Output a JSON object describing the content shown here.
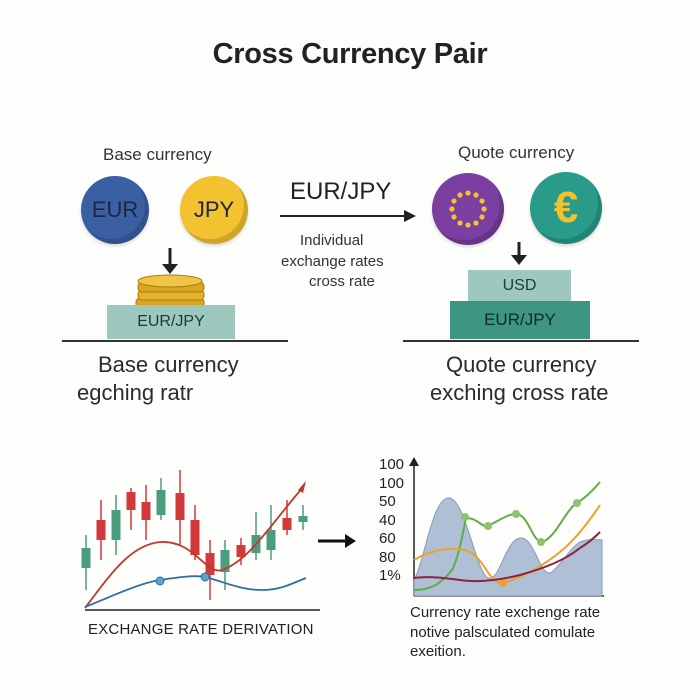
{
  "title": "Cross Currency Pair",
  "left": {
    "header": "Base currency",
    "coin_eur": "EUR",
    "coin_jpy": "JPY",
    "block_label": "EUR/JPY",
    "caption_line1": "Base currency",
    "caption_line2": "egching ratr"
  },
  "center": {
    "pair": "EUR/JPY",
    "text_line1": "Individual",
    "text_line2": "exchange rates",
    "text_line3": "cross rate"
  },
  "right": {
    "header": "Quote currency",
    "coin_eu_icon": "eu-stars-icon",
    "coin_euro_symbol": "€",
    "block_top": "USD",
    "block_bottom": "EUR/JPY",
    "caption_line1": "Quote currency",
    "caption_line2": "exching cross rate"
  },
  "bottom_left": {
    "caption": "EXCHANGE RATE DERIVATION"
  },
  "bottom_right": {
    "y_ticks": [
      "100",
      "100",
      "50",
      "40",
      "60",
      "80",
      "1%"
    ],
    "caption_line1": "Currency rate exchenge rate",
    "caption_line2": "notive palsculated comulate",
    "caption_line3": "exeition."
  },
  "colors": {
    "eur_coin": "#3b5fa3",
    "jpy_coin": "#f2c230",
    "eu_coin": "#7a3fa0",
    "euro_coin": "#2a9a8a",
    "block_light": "#9cc8bd",
    "block_dark": "#3e9582",
    "candle_green": "#4a9e7e",
    "candle_red": "#d2393a"
  }
}
